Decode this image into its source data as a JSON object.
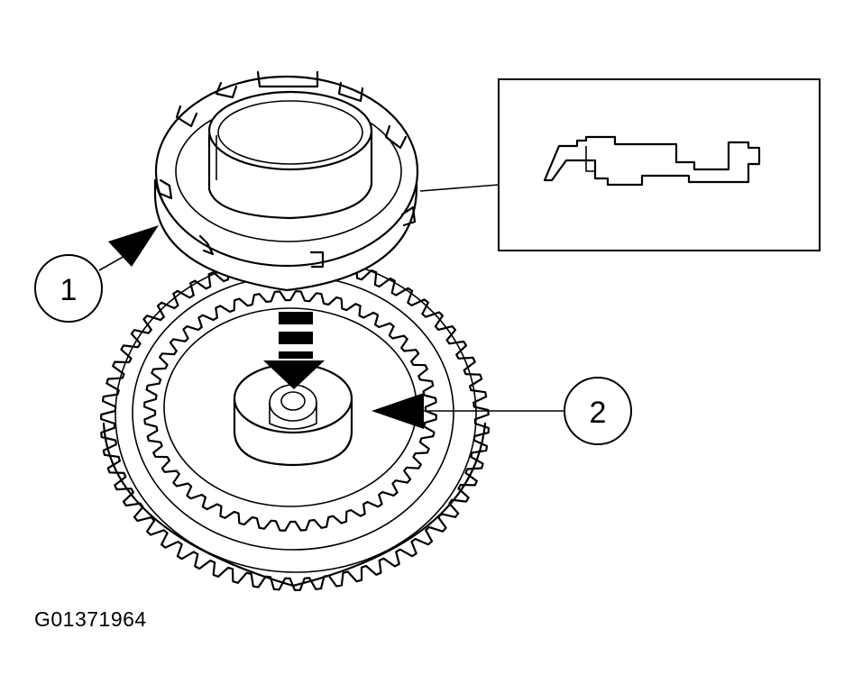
{
  "figure": {
    "callouts": [
      {
        "number": "1"
      },
      {
        "number": "2"
      }
    ],
    "figure_id": "G01371964"
  }
}
